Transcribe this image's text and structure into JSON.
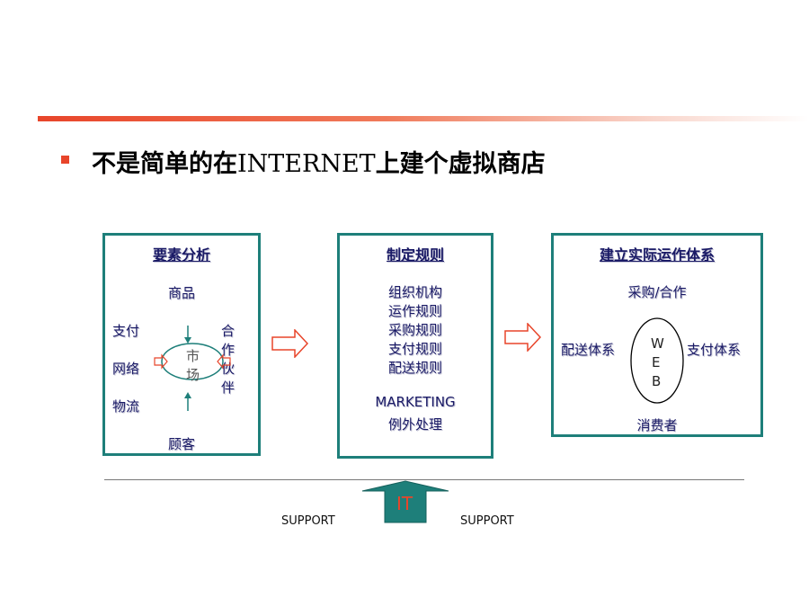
{
  "headline": {
    "part1": "不是简单的在",
    "part2": "INTERNET",
    "part3": "上建个虚拟商店"
  },
  "box1": {
    "title": "要素分析",
    "top": "商品",
    "left": [
      "支付",
      "网络",
      "物流"
    ],
    "right": [
      "合",
      "作",
      "伙",
      "伴"
    ],
    "center": [
      "市",
      "场"
    ],
    "bottom": "顾客"
  },
  "box2": {
    "title": "制定规则",
    "items": [
      "组织机构",
      "运作规则",
      "采购规则",
      "支付规则",
      "配送规则"
    ],
    "marketing": "MARKETING",
    "exception": "例外处理"
  },
  "box3": {
    "title": "建立实际运作体系",
    "top": "采购/合作",
    "left": "配送体系",
    "right": "支付体系",
    "center": [
      "W",
      "E",
      "B"
    ],
    "bottom": "消费者"
  },
  "footer": {
    "support_left": "SUPPORT",
    "it": "IT",
    "support_right": "SUPPORT"
  },
  "colors": {
    "accent": "#e8452a",
    "box_border": "#1e7f7a",
    "text": "#1a1a66",
    "it_arrow": "#1e7f7a"
  }
}
